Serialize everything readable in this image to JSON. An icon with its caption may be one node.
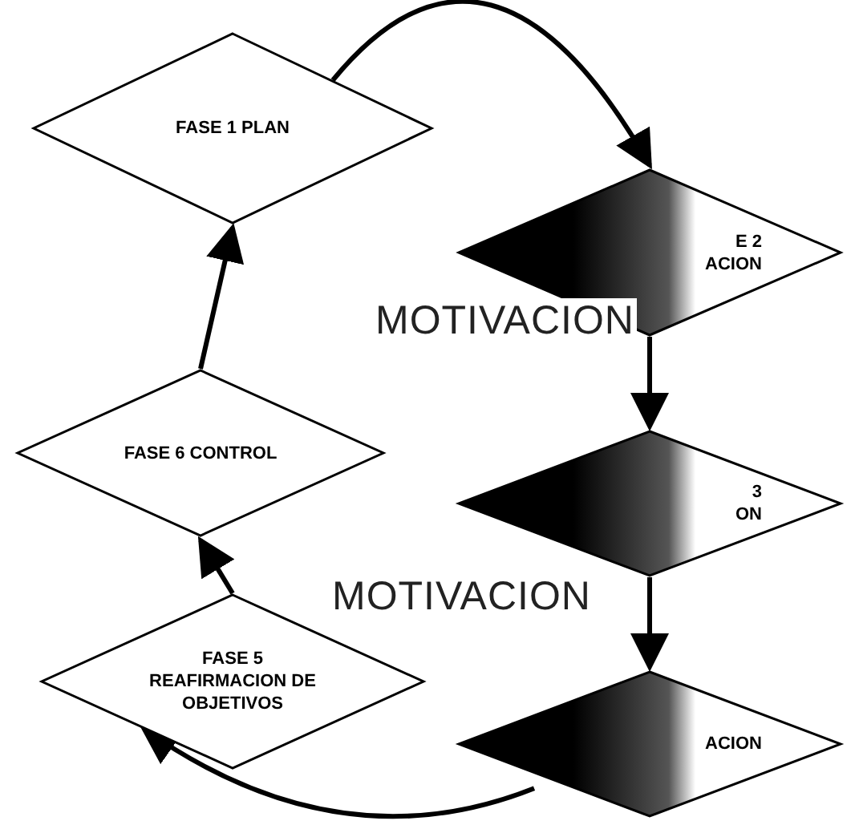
{
  "diagram": {
    "nodes": [
      {
        "text": [
          "FASE 1 PLAN"
        ]
      },
      {
        "text": [
          "E 2",
          "ACION"
        ]
      },
      {
        "text": [
          "FASE 6 CONTROL"
        ]
      },
      {
        "text": [
          "3",
          "ON"
        ]
      },
      {
        "text": [
          "FASE 5 REAFIRMACION DE OBJETIVOS"
        ]
      },
      {
        "text": [
          "ACION"
        ]
      }
    ],
    "edges": [
      {
        "from": 0,
        "to": 1,
        "arrow": "to"
      },
      {
        "from": 1,
        "to": 3,
        "arrow": "to"
      },
      {
        "from": 3,
        "to": 5,
        "arrow": "to"
      },
      {
        "from": 5,
        "to": 4,
        "arrow": "to"
      },
      {
        "from": 4,
        "to": 2,
        "arrow": "to"
      },
      {
        "from": 2,
        "to": 0,
        "arrow": "to"
      }
    ],
    "labels": [
      "MOTIVACION",
      "MOTIVACION"
    ]
  }
}
